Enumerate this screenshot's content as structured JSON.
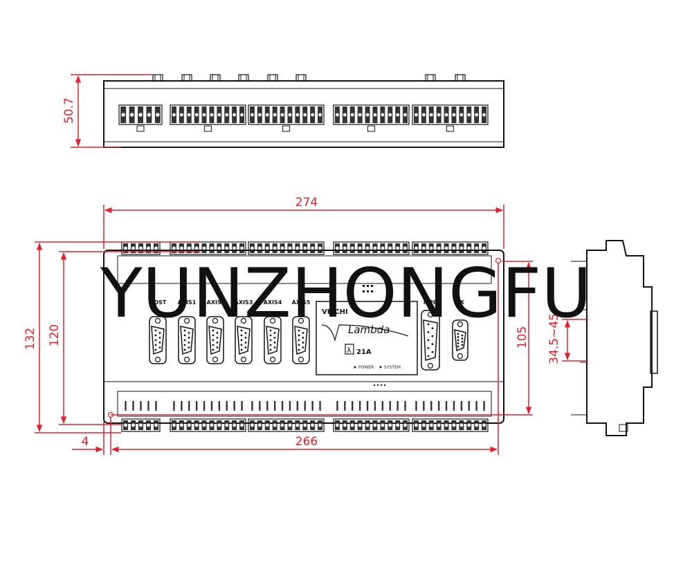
{
  "dimensions": {
    "top_height": "50.7",
    "overall_width": "274",
    "outer_height": "132",
    "inner_height": "120",
    "right_height": "105",
    "side_rail": "34.5~45",
    "edge_offset": "4",
    "hole_spacing": "266"
  },
  "ports": [
    "HOST",
    "AXIS1",
    "AXIS2",
    "AXIS3",
    "AXIS4",
    "AXIS5",
    "MPG",
    "EX"
  ],
  "panel": {
    "brand": "VEICHI",
    "product": "Lambda",
    "model": "21A",
    "led_power": "POWER",
    "led_system": "SYSTEM"
  },
  "watermark": "YUNZHONGFU",
  "colors": {
    "dimension": "#e0202a",
    "outline": "#111111"
  }
}
